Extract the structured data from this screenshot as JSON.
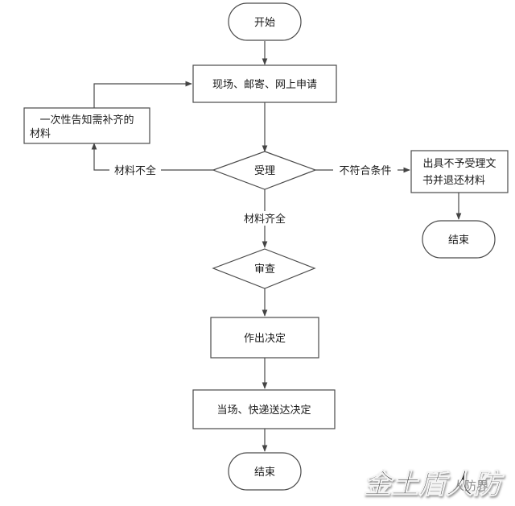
{
  "nodes": {
    "start": "开始",
    "apply": "现场、邮寄、网上申请",
    "notify_line1": "一次性告知需补齐的",
    "notify_line2": "材料",
    "accept": "受理",
    "reject_line1": "出具不予受理文",
    "reject_line2": "书并退还材料",
    "end_reject": "结束",
    "review": "审查",
    "decide": "作出决定",
    "deliver": "当场、快递送达决定",
    "end": "结束"
  },
  "edges": {
    "incomplete": "材料不全",
    "not_qualified": "不符合条件",
    "complete": "材料齐全"
  },
  "watermark": {
    "main": "金土盾人防",
    "sub": "人防界"
  },
  "colors": {
    "stroke": "#4a4a4a",
    "text": "#1b1b1b",
    "background": "#ffffff"
  }
}
